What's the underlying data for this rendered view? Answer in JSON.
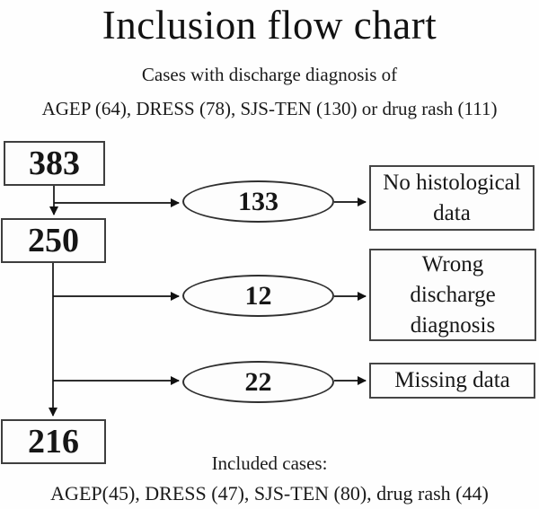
{
  "title": "Inclusion flow chart",
  "subtitle": {
    "line1": "Cases with discharge diagnosis of",
    "line2": "AGEP (64), DRESS (78), SJS-TEN (130) or drug rash (111)"
  },
  "flow": {
    "stages": [
      {
        "id": "total-cases",
        "value": "383"
      },
      {
        "id": "after-histology-filter",
        "value": "250"
      },
      {
        "id": "included-cases",
        "value": "216"
      }
    ],
    "exclusions": [
      {
        "count": "133",
        "reason": "No histological data"
      },
      {
        "count": "12",
        "reason": "Wrong discharge diagnosis"
      },
      {
        "count": "22",
        "reason": "Missing data"
      }
    ]
  },
  "footer": {
    "line1": "Included cases:",
    "line2": "AGEP(45), DRESS (47), SJS-TEN (80), drug rash (44)"
  },
  "colors": {
    "background": "#fefefe",
    "text": "#141414",
    "box_border": "#3e3e3e",
    "arrow": "#111111"
  }
}
